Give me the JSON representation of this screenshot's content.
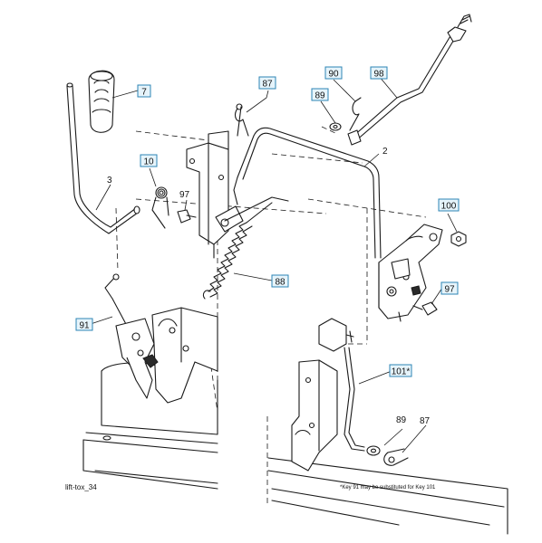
{
  "drawing_id": "lift-tox_34",
  "footnote": "*Key 91 may be substituted for Key 101",
  "callouts": {
    "k7": "7",
    "k87_top": "87",
    "k90": "90",
    "k98": "98",
    "k89_top": "89",
    "k10": "10",
    "k3": "3",
    "k97_left": "97",
    "k2": "2",
    "k100": "100",
    "k88": "88",
    "k97_right": "97",
    "k91": "91",
    "k101": "101*",
    "k89_bottom": "89",
    "k87_bottom": "87"
  }
}
